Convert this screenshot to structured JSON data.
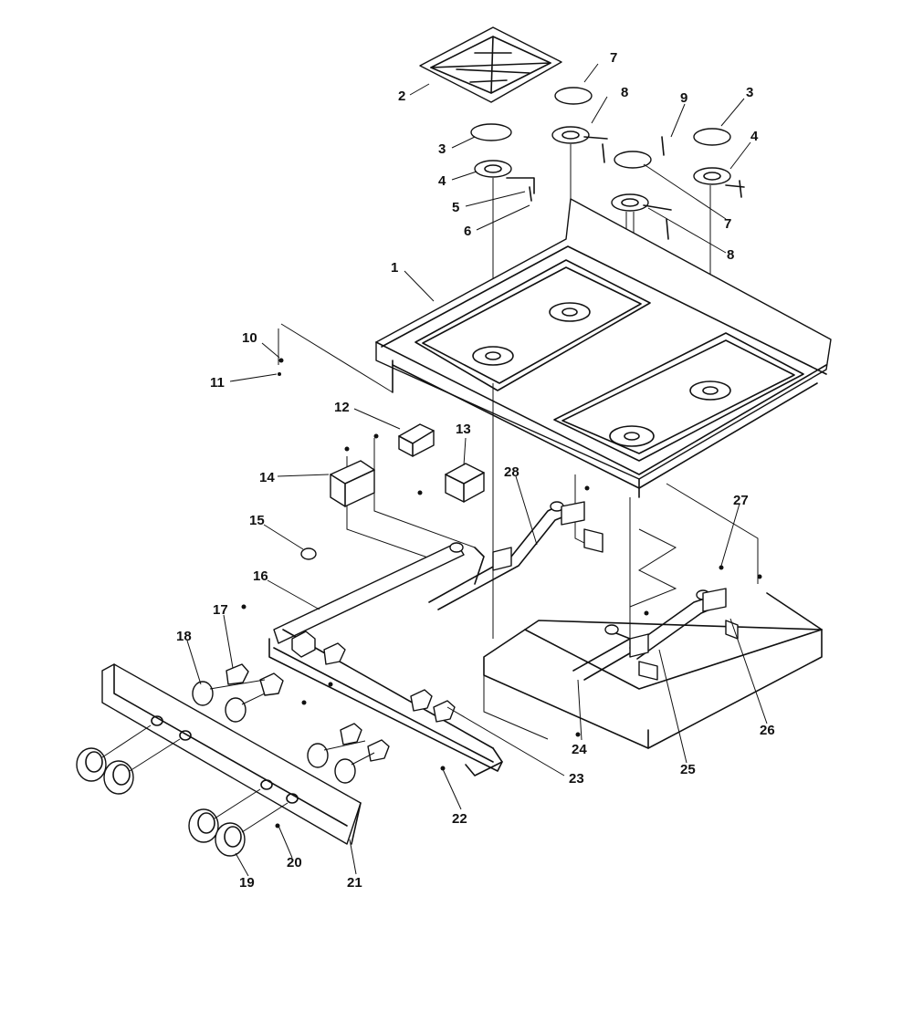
{
  "callouts": [
    {
      "id": "c1",
      "text": "1"
    },
    {
      "id": "c2",
      "text": "2"
    },
    {
      "id": "c3a",
      "text": "3"
    },
    {
      "id": "c3b",
      "text": "3"
    },
    {
      "id": "c4a",
      "text": "4"
    },
    {
      "id": "c4b",
      "text": "4"
    },
    {
      "id": "c5",
      "text": "5"
    },
    {
      "id": "c6",
      "text": "6"
    },
    {
      "id": "c7a",
      "text": "7"
    },
    {
      "id": "c7b",
      "text": "7"
    },
    {
      "id": "c8a",
      "text": "8"
    },
    {
      "id": "c8b",
      "text": "8"
    },
    {
      "id": "c9",
      "text": "9"
    },
    {
      "id": "c10",
      "text": "10"
    },
    {
      "id": "c11",
      "text": "11"
    },
    {
      "id": "c12",
      "text": "12"
    },
    {
      "id": "c13",
      "text": "13"
    },
    {
      "id": "c14",
      "text": "14"
    },
    {
      "id": "c15",
      "text": "15"
    },
    {
      "id": "c16",
      "text": "16"
    },
    {
      "id": "c17",
      "text": "17"
    },
    {
      "id": "c18",
      "text": "18"
    },
    {
      "id": "c19",
      "text": "19"
    },
    {
      "id": "c20",
      "text": "20"
    },
    {
      "id": "c21",
      "text": "21"
    },
    {
      "id": "c22",
      "text": "22"
    },
    {
      "id": "c23",
      "text": "23"
    },
    {
      "id": "c24",
      "text": "24"
    },
    {
      "id": "c25",
      "text": "25"
    },
    {
      "id": "c26",
      "text": "26"
    },
    {
      "id": "c27",
      "text": "27"
    },
    {
      "id": "c28",
      "text": "28"
    }
  ]
}
